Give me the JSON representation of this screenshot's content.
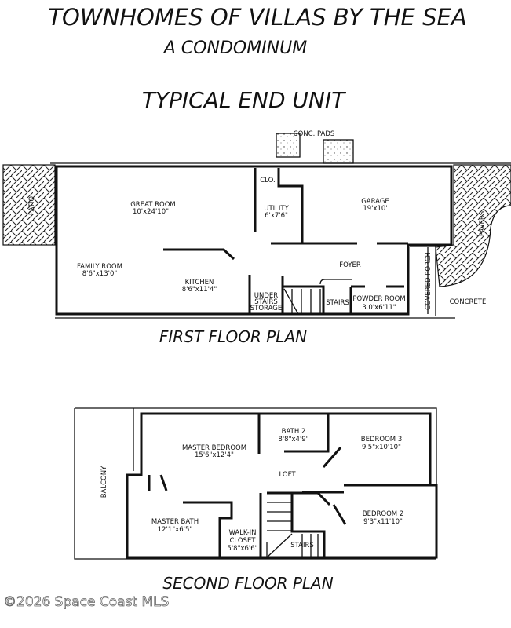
{
  "title": "TOWNHOMES OF VILLAS BY THE SEA",
  "subtitle": "A CONDOMINUM",
  "unit_type": "TYPICAL END UNIT",
  "first_floor": {
    "caption": "FIRST FLOOR PLAN",
    "conc_pads": "CONC. PADS",
    "patio": "PATIO",
    "pavers": "PAVERS",
    "concrete": "CONCRETE",
    "covered_porch": "COVERED PORCH",
    "rooms": {
      "great_room": {
        "name": "GREAT ROOM",
        "size": "10'x24'10\""
      },
      "family_room": {
        "name": "FAMILY ROOM",
        "size": "8'6\"x13'0\""
      },
      "kitchen": {
        "name": "KITCHEN",
        "size": "8'6\"x11'4\""
      },
      "closet": {
        "name": "CLO."
      },
      "utility": {
        "name": "UTILITY",
        "size": "6'x7'6\""
      },
      "garage": {
        "name": "GARAGE",
        "size": "19'x10'"
      },
      "foyer": {
        "name": "FOYER"
      },
      "under_stairs": {
        "line1": "UNDER",
        "line2": "STAIRS",
        "line3": "STORAGE"
      },
      "stairs": {
        "name": "STAIRS"
      },
      "powder_room": {
        "name": "POWDER ROOM",
        "size": "3.0'x6'11\""
      }
    }
  },
  "second_floor": {
    "caption": "SECOND FLOOR PLAN",
    "balcony": "BALCONY",
    "rooms": {
      "master_bedroom": {
        "name": "MASTER BEDROOM",
        "size": "15'6\"x12'4\""
      },
      "bath2": {
        "name": "BATH 2",
        "size": "8'8\"x4'9\""
      },
      "bedroom3": {
        "name": "BEDROOM 3",
        "size": "9'5\"x10'10\""
      },
      "loft": {
        "name": "LOFT"
      },
      "master_bath": {
        "name": "MASTER BATH",
        "size": "12'1\"x6'5\""
      },
      "walk_in_closet": {
        "line1": "WALK-IN",
        "line2": "CLOSET",
        "size": "5'8\"x6'6\""
      },
      "stairs": {
        "name": "STAIRS"
      },
      "bedroom2": {
        "name": "BEDROOM 2",
        "size": "9'3\"x11'10\""
      }
    }
  },
  "watermark": "©2026 Space Coast MLS"
}
